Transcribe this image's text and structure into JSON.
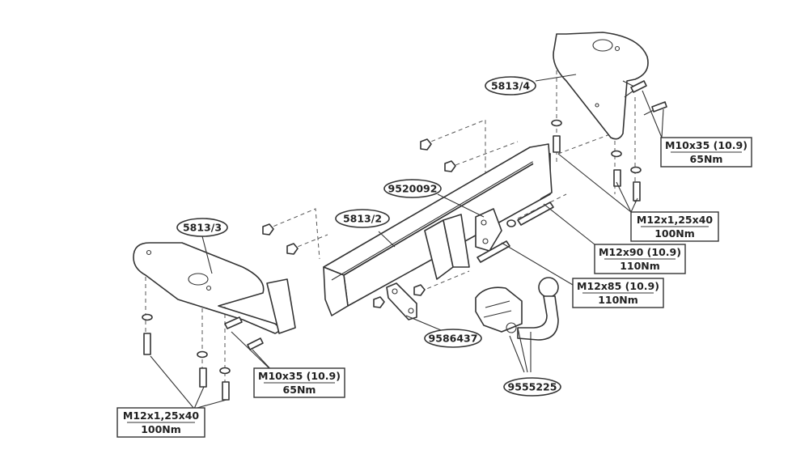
{
  "part_labels": {
    "bracket_right": "5813/4",
    "bracket_left": "5813/3",
    "crossbar": "5813/2",
    "socket_plate": "9520092",
    "spacer_plate": "9586437",
    "towball": "9555225"
  },
  "spec_labels": {
    "m10_top": {
      "line1": "M10x35 (10.9)",
      "line2": "65Nm"
    },
    "m12_top": {
      "line1": "M12x1,25x40",
      "line2": "100Nm"
    },
    "m12x90": {
      "line1": "M12x90 (10.9)",
      "line2": "110Nm"
    },
    "m12x85": {
      "line1": "M12x85 (10.9)",
      "line2": "110Nm"
    },
    "m10_bottom": {
      "line1": "M10x35 (10.9)",
      "line2": "65Nm"
    },
    "m12_bottom": {
      "line1": "M12x1,25x40",
      "line2": "100Nm"
    }
  }
}
